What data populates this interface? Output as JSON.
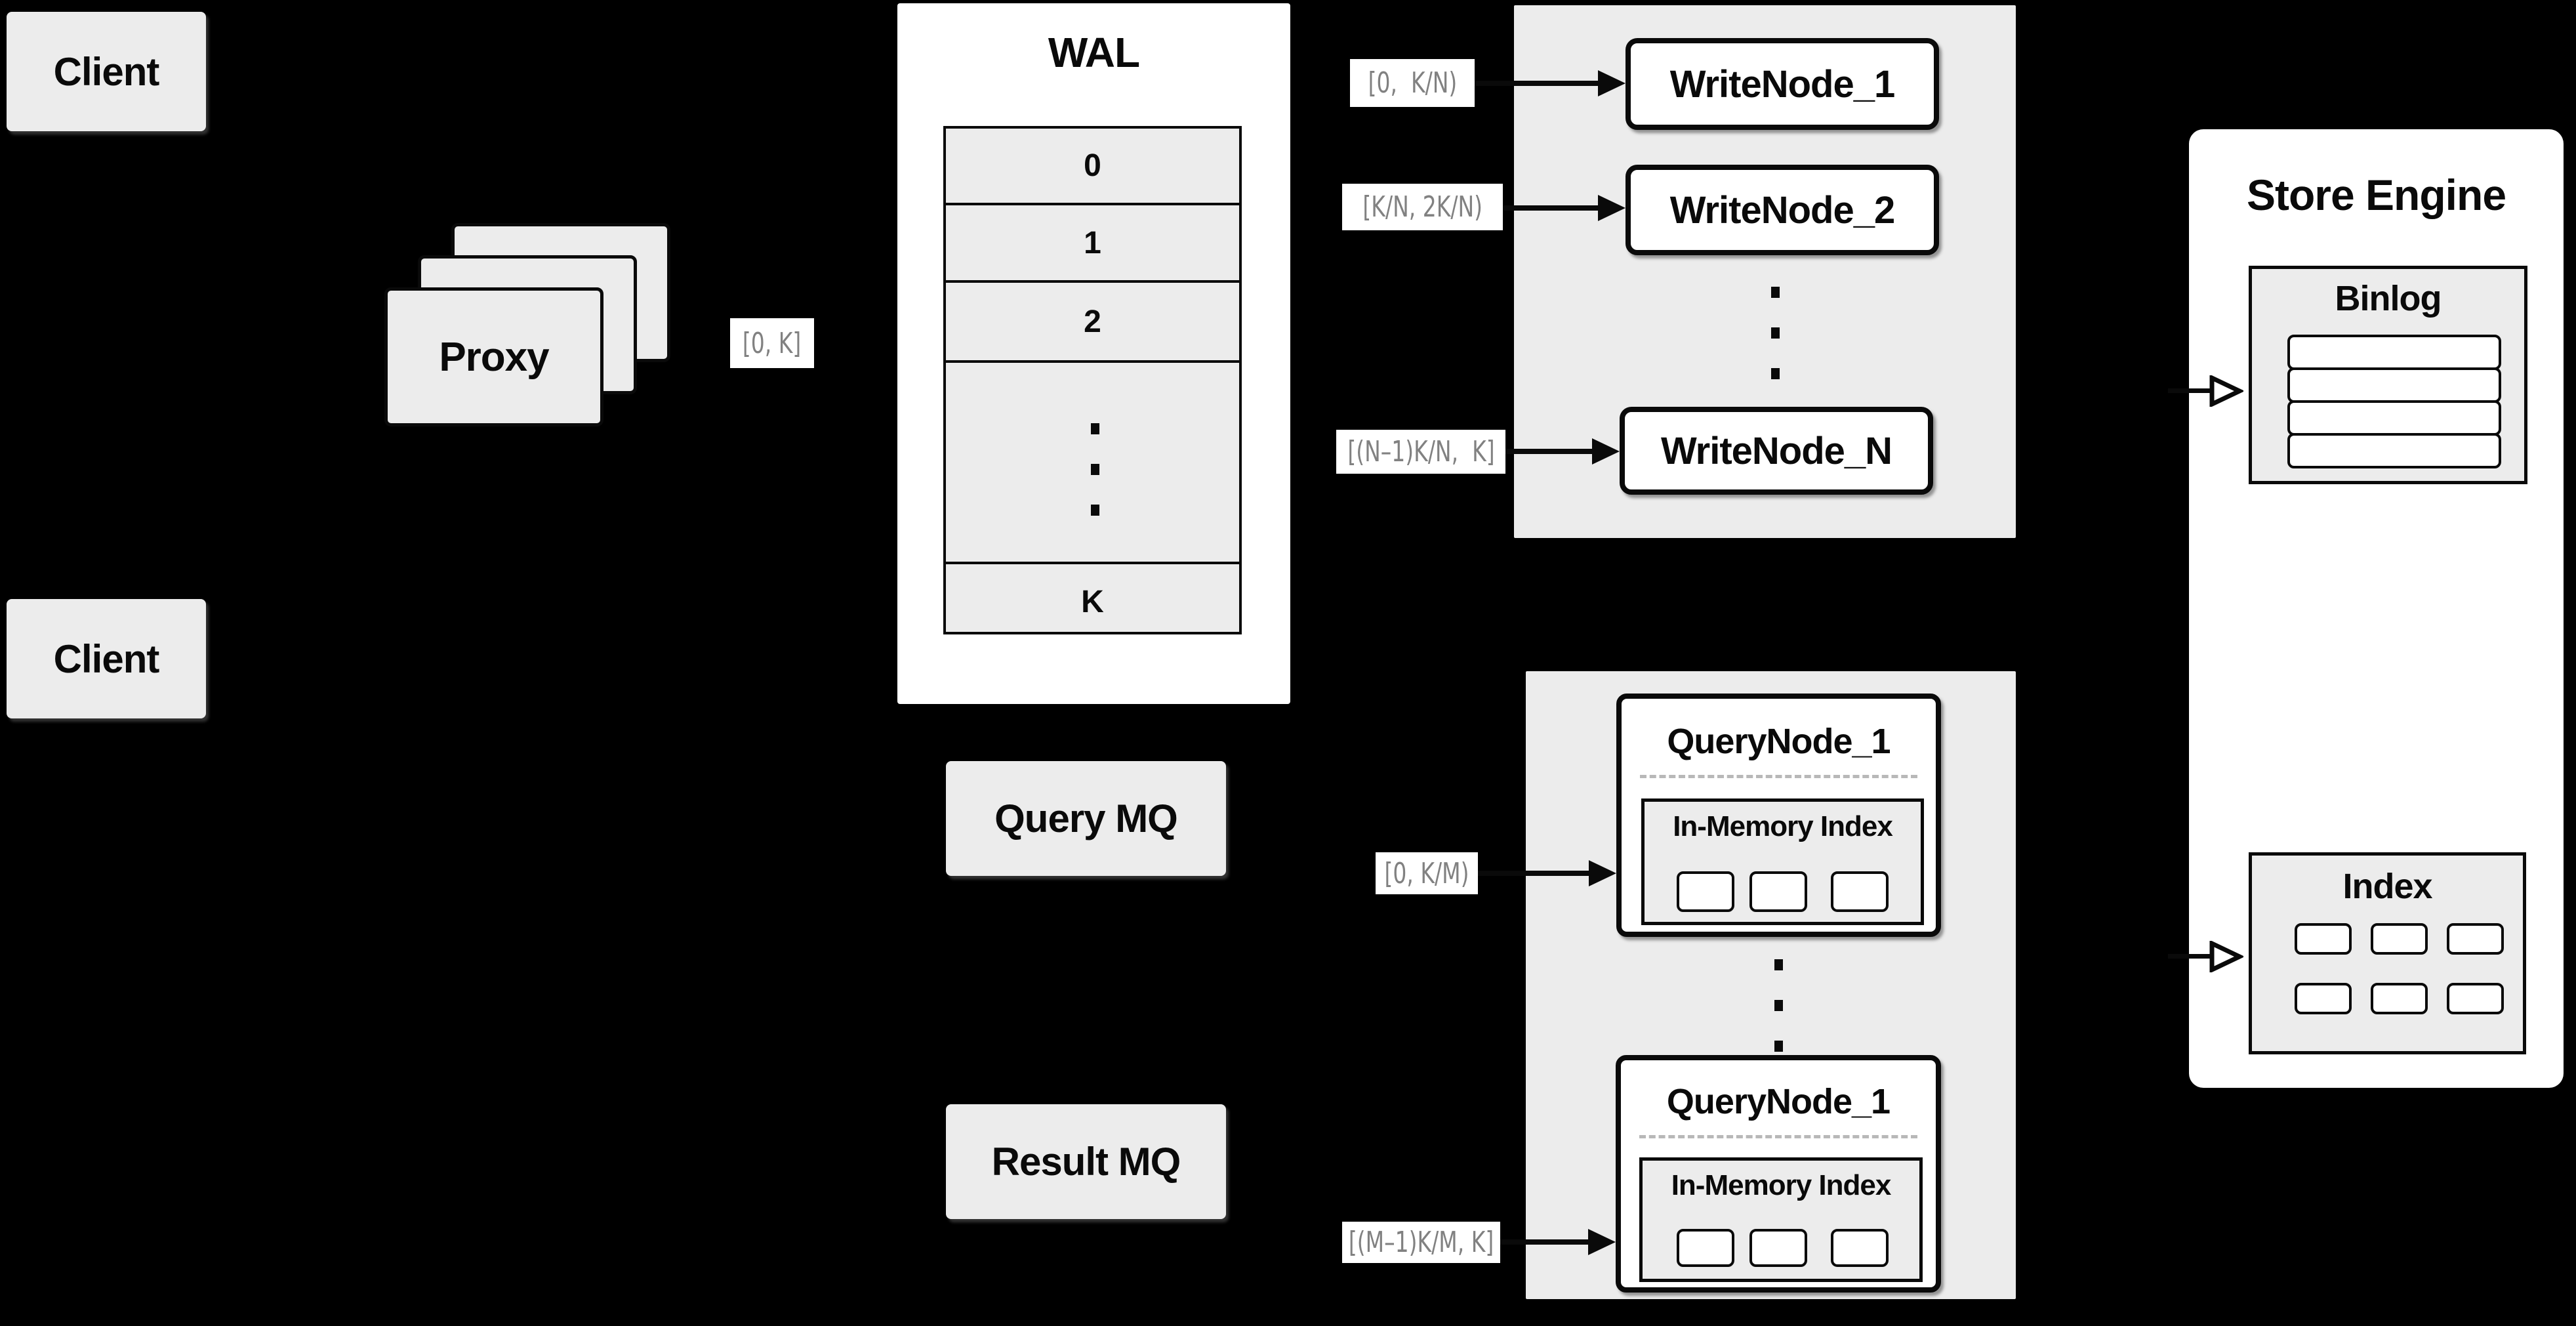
{
  "colors": {
    "background": "#000000",
    "panel_gray": "#ececec",
    "panel_white": "#ffffff",
    "line_black": "#0a0a0a",
    "range_label_text": "#818181",
    "dashed_divider": "#b8b8b8"
  },
  "clients": {
    "top_label": "Client",
    "bottom_label": "Client"
  },
  "proxy": {
    "label": "Proxy"
  },
  "wal": {
    "title": "WAL",
    "segments": [
      "0",
      "1",
      "2",
      "K"
    ]
  },
  "range_labels": {
    "proxy_out": "[0, K]",
    "write_node_1": "[0,  K/N)",
    "write_node_2": "[K/N, 2K/N)",
    "write_node_n": "[(N–1)K/N,  K]",
    "query_node_top": "[0, K/M)",
    "query_node_bottom": "[(M–1)K/M, K]"
  },
  "write_nodes": {
    "node_1": "WriteNode_1",
    "node_2": "WriteNode_2",
    "node_n": "WriteNode_N"
  },
  "message_queues": {
    "query": "Query MQ",
    "result": "Result MQ"
  },
  "query_nodes": {
    "top": {
      "title": "QueryNode_1",
      "index_label": "In-Memory Index"
    },
    "bottom": {
      "title": "QueryNode_1",
      "index_label": "In-Memory Index"
    }
  },
  "store_engine": {
    "title": "Store Engine",
    "binlog_label": "Binlog",
    "index_label": "Index"
  }
}
